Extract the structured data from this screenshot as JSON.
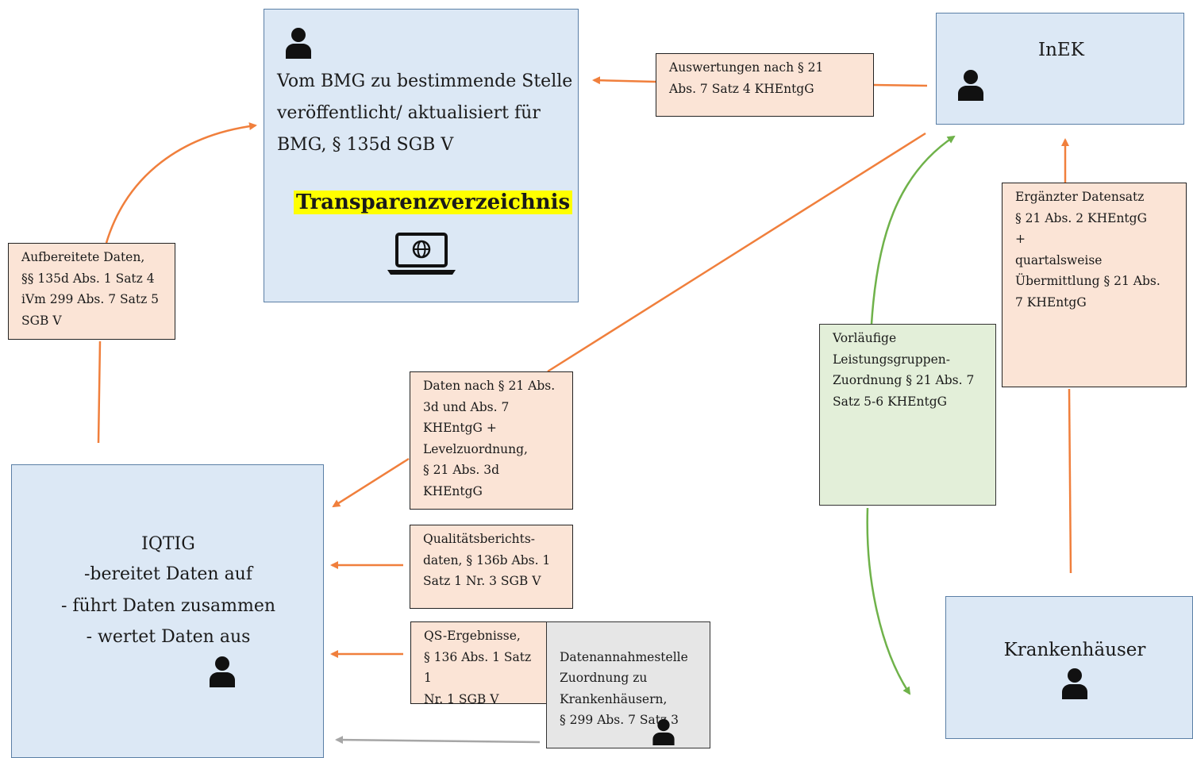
{
  "bmg": {
    "line1": "Vom BMG zu bestimmende Stelle",
    "line2": "veröffentlicht/ aktualisiert für",
    "line3": "BMG, § 135d SGB V",
    "highlight": "Transparenzverzeichnis"
  },
  "inek": {
    "title": "InEK"
  },
  "iqtig": {
    "title": "IQTIG",
    "line1": "-bereitet Daten auf",
    "line2": "- führt Daten zusammen",
    "line3": "- wertet Daten aus"
  },
  "krankenhaeuser": {
    "title": "Krankenhäuser"
  },
  "labels": {
    "auswertungen": "Auswertungen nach § 21\nAbs. 7 Satz 4 KHEntgG",
    "aufbereitete": "Aufbereitete Daten,\n§§ 135d Abs. 1 Satz 4\niVm 299 Abs. 7 Satz 5\nSGB V",
    "daten_nach": "Daten nach § 21 Abs.\n3d und Abs. 7\nKHEntgG +\nLevelzuordnung,\n§ 21 Abs. 3d\nKHEntgG",
    "qualitaet": "Qualitätsberichts-\ndaten, § 136b Abs. 1\nSatz 1 Nr. 3 SGB V",
    "qs": "QS-Ergebnisse,\n§ 136 Abs. 1 Satz 1\nNr. 1 SGB V",
    "datenannahme": "Datenannahmestelle\nZuordnung zu\nKrankenhäusern,\n§ 299 Abs. 7 Satz 3",
    "vorlaeufige": "Vorläufige\nLeistungsgruppen-\nZuordnung § 21 Abs. 7\nSatz 5-6 KHEntgG",
    "ergaenzter": "Ergänzter Datensatz\n§ 21 Abs. 2 KHEntgG\n+\nquartalsweise\nÜbermittlung § 21 Abs.\n7 KHEntgG"
  },
  "colors": {
    "orange": "#f07f3c",
    "green": "#6fb24a",
    "grey": "#a6a6a6",
    "highlight": "#ffff00"
  }
}
